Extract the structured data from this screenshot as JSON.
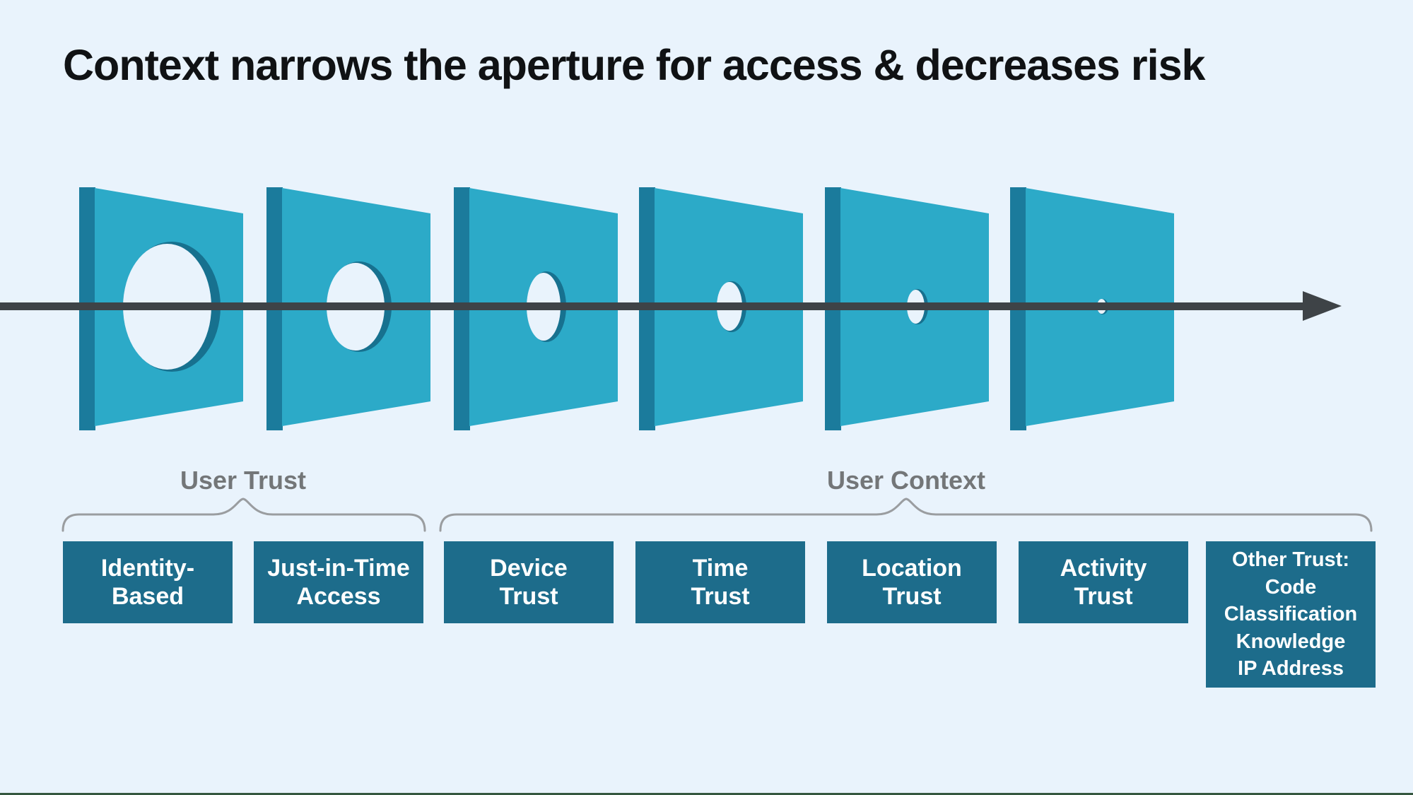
{
  "title": "Context narrows the aperture for access & decreases risk",
  "sections": [
    {
      "id": "user-trust",
      "label": "User Trust"
    },
    {
      "id": "user-context",
      "label": "User Context"
    }
  ],
  "boxes": [
    {
      "name": "identity-based",
      "lines": [
        "Identity-",
        "Based"
      ]
    },
    {
      "name": "just-in-time-access",
      "lines": [
        "Just-in-Time",
        "Access"
      ]
    },
    {
      "name": "device-trust",
      "lines": [
        "Device",
        "Trust"
      ]
    },
    {
      "name": "time-trust",
      "lines": [
        "Time",
        "Trust"
      ]
    },
    {
      "name": "location-trust",
      "lines": [
        "Location",
        "Trust"
      ]
    },
    {
      "name": "activity-trust",
      "lines": [
        "Activity",
        "Trust"
      ]
    },
    {
      "name": "other-trust",
      "lines": [
        "Other Trust:",
        "Code",
        "Classification",
        "Knowledge",
        "IP Address"
      ]
    }
  ],
  "diagram": {
    "panel_count": 6
  },
  "colors": {
    "background": "#e9f3fc",
    "panel_face": "#2caac8",
    "panel_edge": "#1b7b9c",
    "hole_rim": "#17718f",
    "arrow": "#3e4347",
    "box_background": "#1d6c8b",
    "box_text": "#ffffff",
    "section_label": "#737678",
    "brace": "#9a9da0",
    "title_text": "#101214",
    "bottom_edge": "#35573f"
  }
}
